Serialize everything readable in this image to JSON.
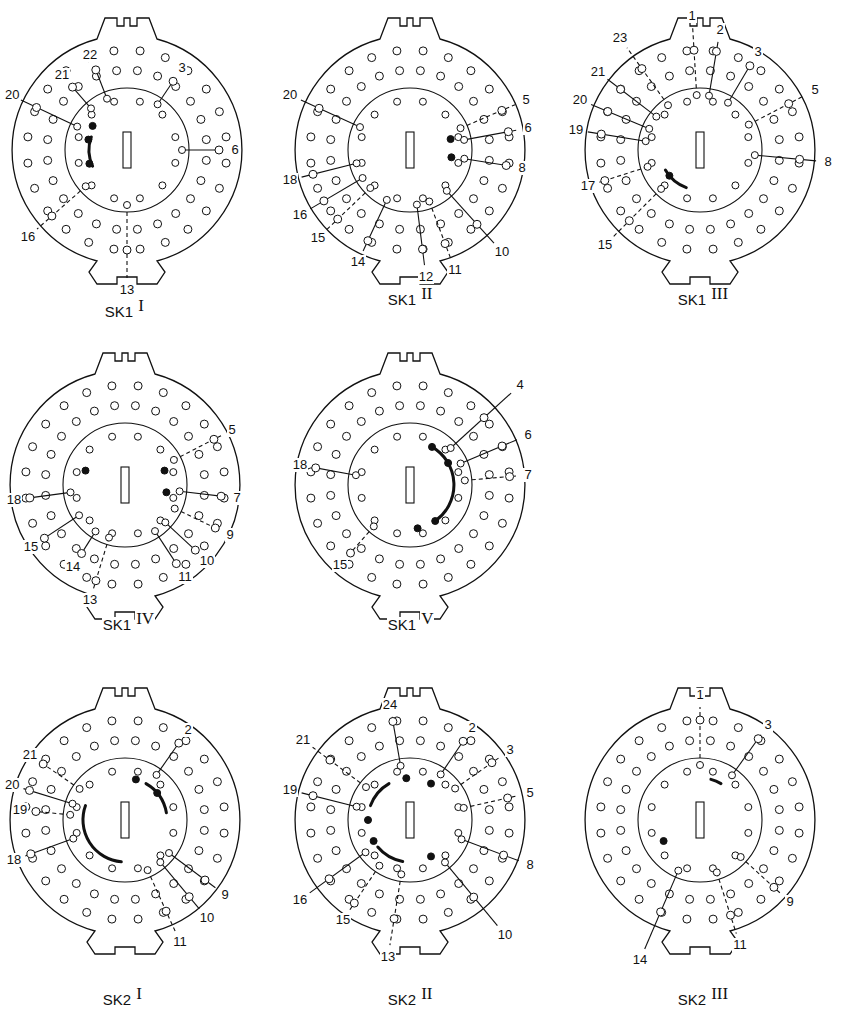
{
  "diagram": {
    "labels": [
      "20",
      "21",
      "22",
      "3",
      "6",
      "16",
      "13",
      "SK1",
      "I",
      "20",
      "18",
      "16",
      "15",
      "14",
      "12",
      "11",
      "10",
      "8",
      "6",
      "5",
      "SK1",
      "II",
      "1",
      "2",
      "3",
      "5",
      "8",
      "23",
      "21",
      "20",
      "19",
      "17",
      "15",
      "SK1",
      "III",
      "5",
      "7",
      "9",
      "10",
      "11",
      "13",
      "14",
      "15",
      "18",
      "SK1",
      "IV",
      "4",
      "6",
      "7",
      "18",
      "15",
      "SK1",
      "V",
      "2",
      "21",
      "20",
      "19",
      "18",
      "9",
      "10",
      "11",
      "SK2",
      "I",
      "24",
      "2",
      "3",
      "5",
      "21",
      "19",
      "8",
      "16",
      "15",
      "10",
      "13",
      "SK2",
      "II",
      "1",
      "3",
      "9",
      "14",
      "11",
      "SK2",
      "III"
    ]
  }
}
